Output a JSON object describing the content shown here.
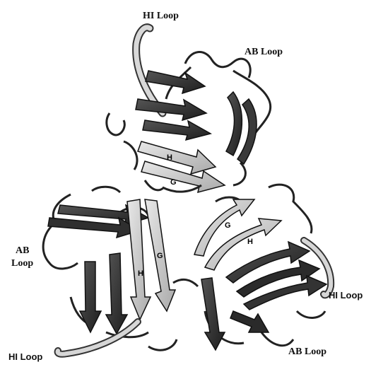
{
  "labels": {
    "hi_loop_top": "HI Loop",
    "ab_loop_top": "AB Loop",
    "ab_loop_left_line1": "AB",
    "ab_loop_left_line2": "Loop",
    "hi_loop_right": "HI Loop",
    "hi_loop_bottom_left": "HI Loop",
    "ab_loop_bottom_right": "AB Loop"
  },
  "strand_letters": {
    "top_H": "H",
    "top_G": "G",
    "left_G": "G",
    "left_H": "H",
    "right_G": "G",
    "right_H": "H"
  },
  "colors": {
    "dark_strand": "#2b2b2b",
    "light_strand": "#c9c9c9",
    "mid_strand": "#8a8a8a",
    "coil": "#222222"
  }
}
